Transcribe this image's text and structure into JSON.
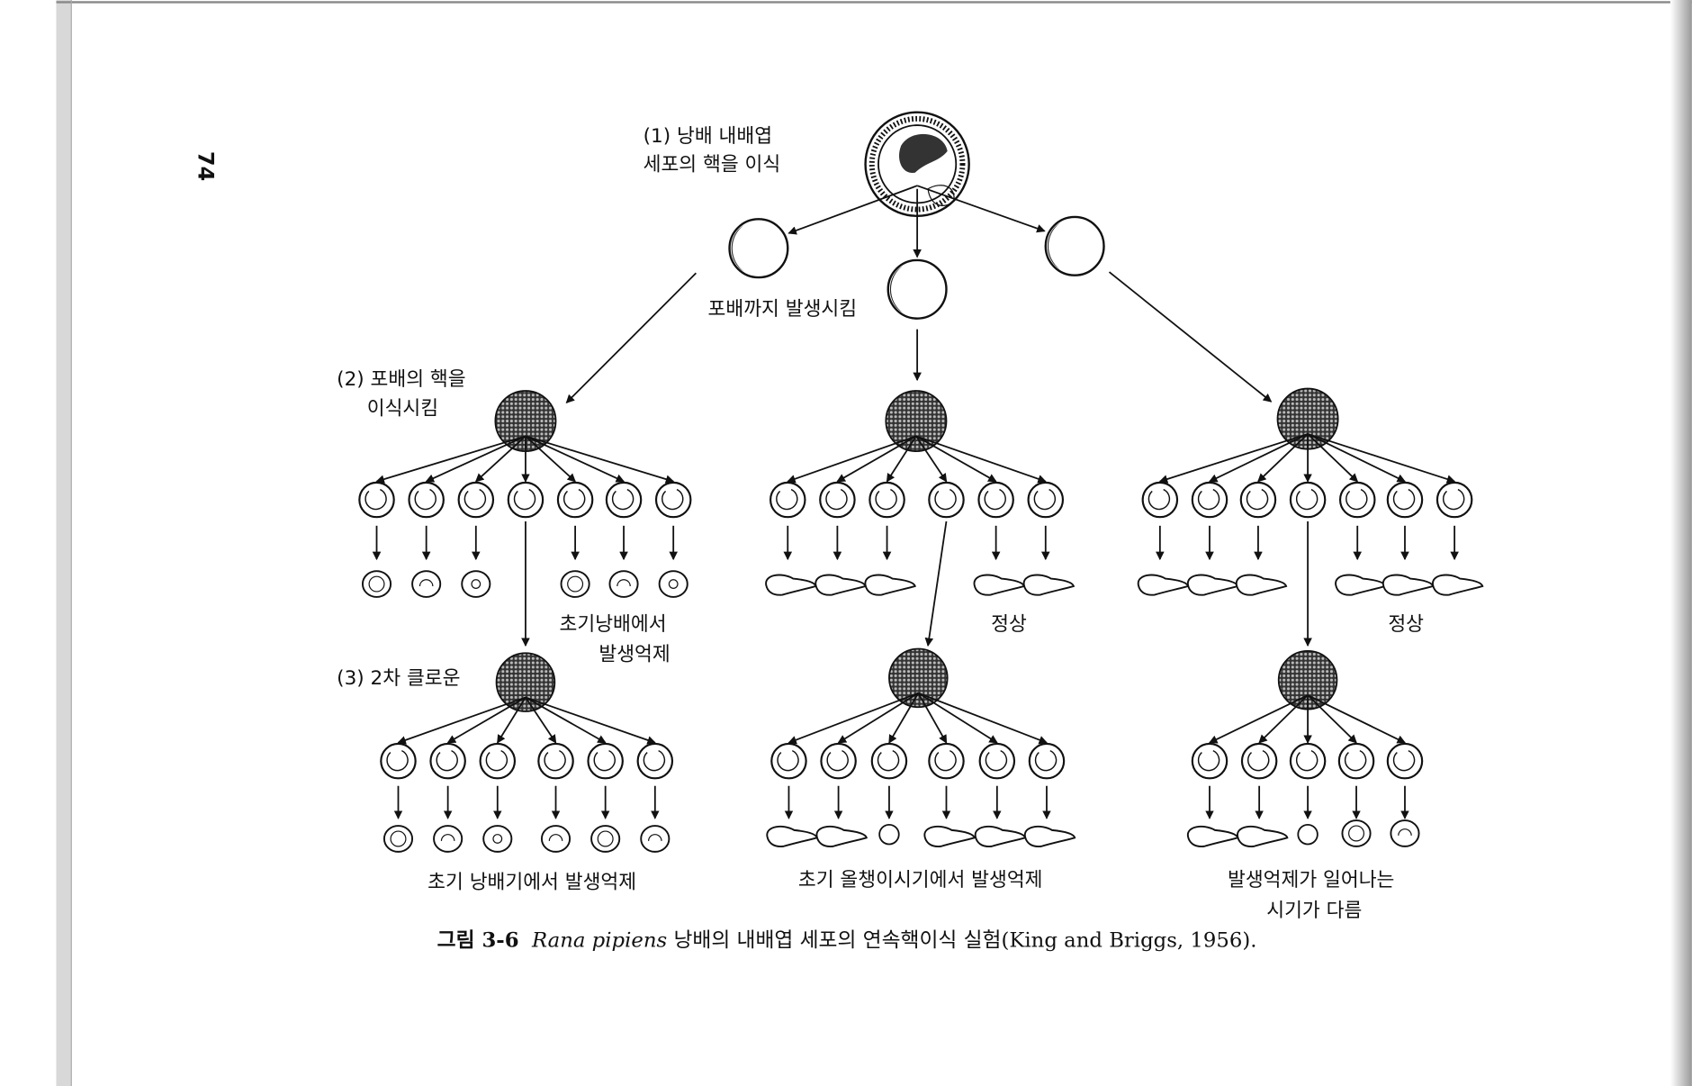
{
  "page_number": "74",
  "figure": {
    "step1_label": [
      "(1) 낭배 내배엽",
      "세포의 핵을 이식"
    ],
    "blastula_label": "포배까지 발생시킴",
    "step2_label": [
      "(2) 포배의 핵을",
      "이식시킴"
    ],
    "step3_label": "(3) 2차 클로운",
    "left_row1_result": [
      "초기낭배에서",
      "발생억제"
    ],
    "mid_row1_result": "정상",
    "right_row1_result": "정상",
    "left_row2_result": "초기 낭배기에서 발생억제",
    "mid_row2_result": "초기 올챙이시기에서 발생억제",
    "right_row2_result": [
      "발생억제가 일어나는",
      "시기가 다름"
    ]
  },
  "caption": {
    "number": "그림  3-6",
    "species": "Rana pipiens",
    "text": " 낭배의  내배엽  세포의  연속핵이식  실험(King and Briggs, 1956)."
  }
}
